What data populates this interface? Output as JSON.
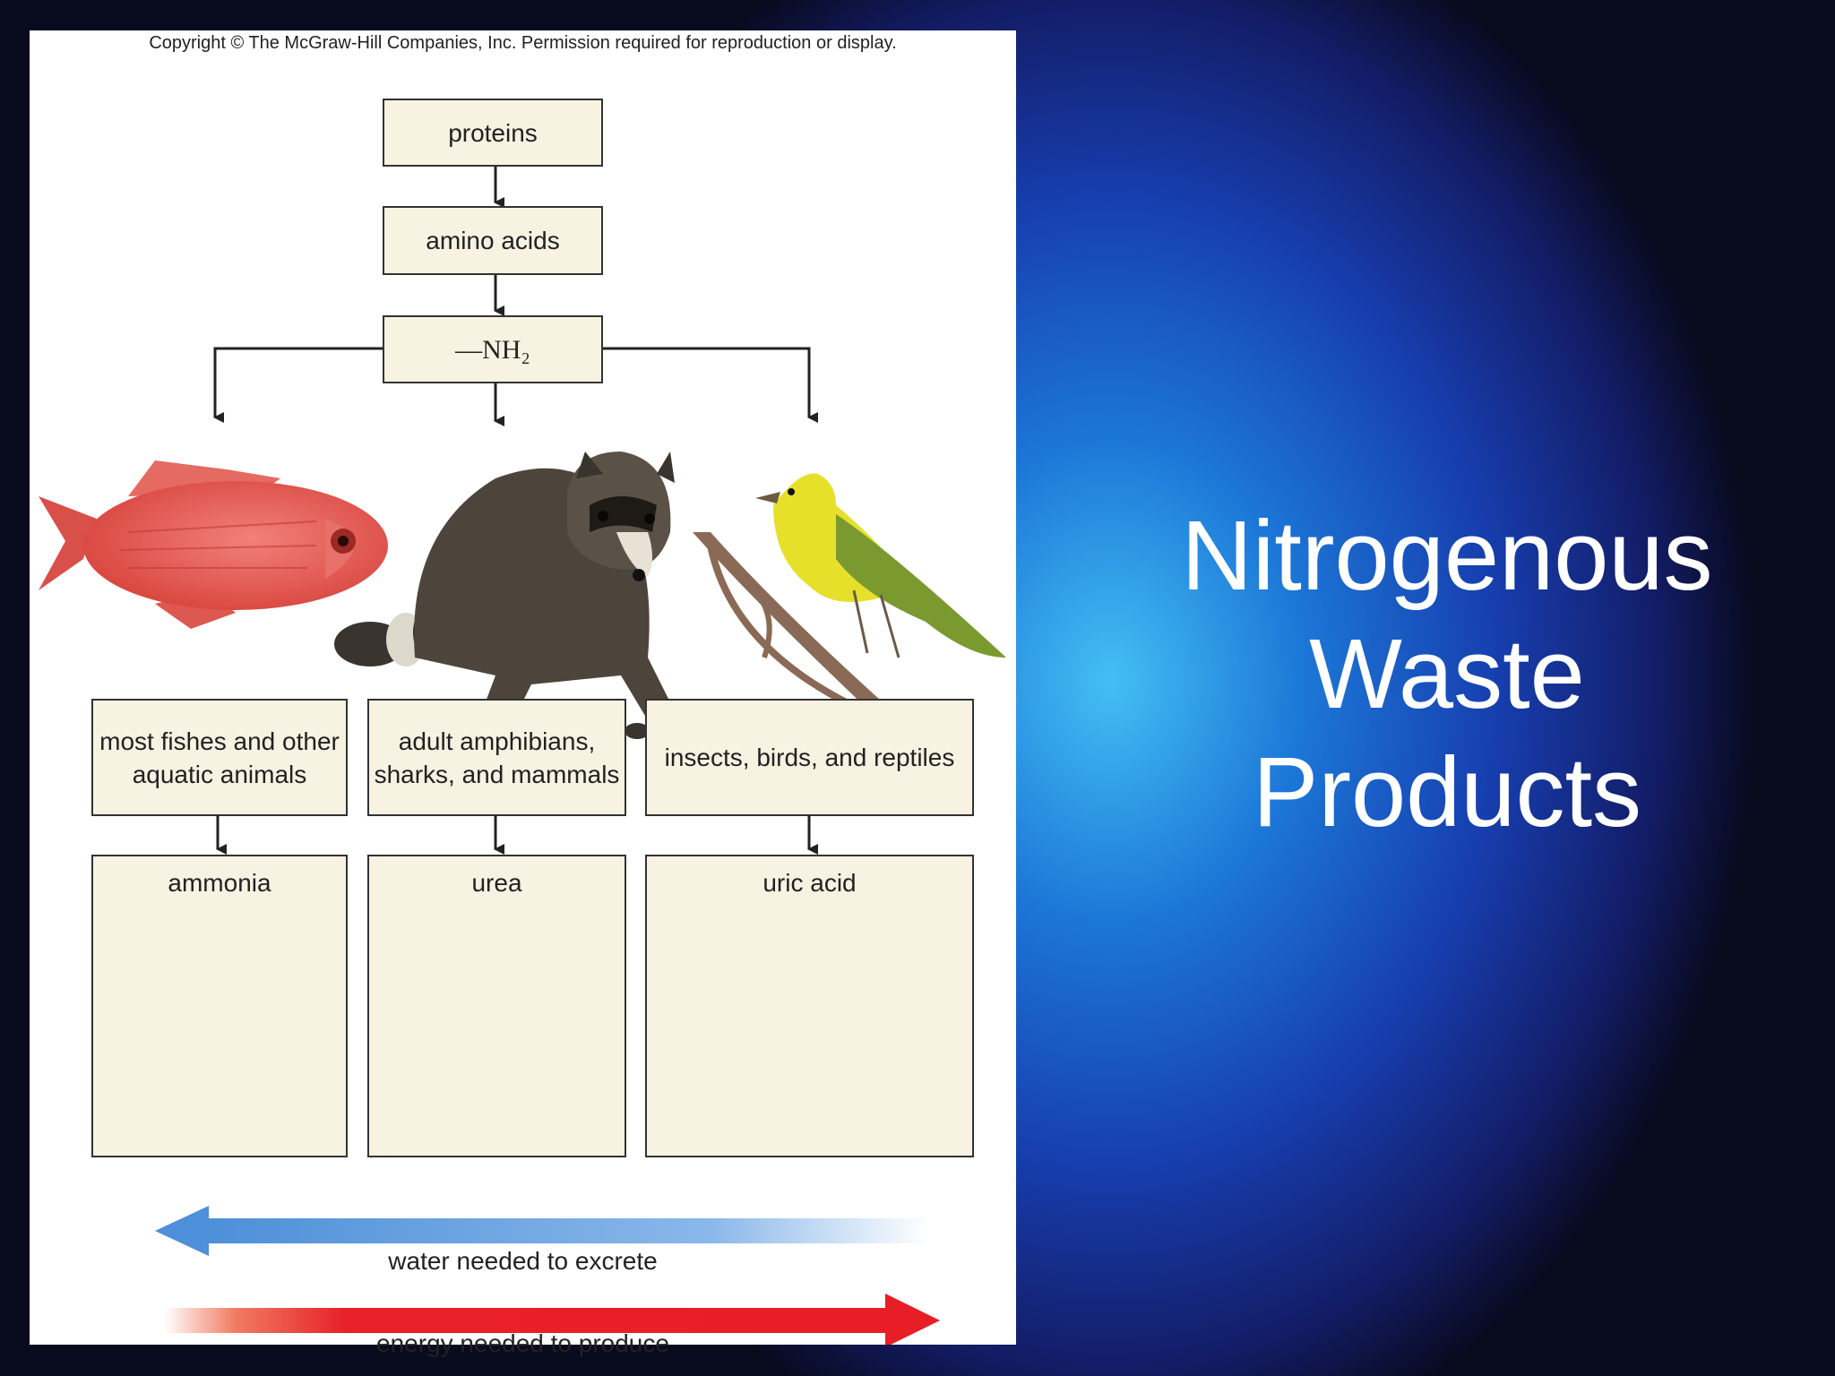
{
  "slide": {
    "title_lines": [
      "Nitrogenous",
      "Waste",
      "Products"
    ]
  },
  "figure": {
    "copyright": "Copyright © The McGraw-Hill Companies, Inc. Permission required for reproduction or display.",
    "flow": {
      "proteins": "proteins",
      "amino_acids": "amino acids",
      "amine": "—NH₂"
    },
    "groups": [
      {
        "animals": "most fishes and other aquatic animals",
        "waste": "ammonia"
      },
      {
        "animals": "adult amphibians, sharks, and mammals",
        "waste": "urea"
      },
      {
        "animals": "insects, birds, and reptiles",
        "waste": "uric acid"
      }
    ],
    "gradients": {
      "water": "water needed to excrete",
      "energy": "energy needed to produce"
    }
  },
  "colors": {
    "box_fill": "#f8f2e2",
    "water_arrow": "#5b9ee0",
    "energy_arrow": "#e8202a",
    "fish": "#e8605e",
    "raccoon": "#4a4238",
    "bird_yellow": "#e6e02a",
    "bird_green": "#7a9a30"
  },
  "icons": [
    "fish-illustration",
    "raccoon-illustration",
    "bird-illustration"
  ]
}
